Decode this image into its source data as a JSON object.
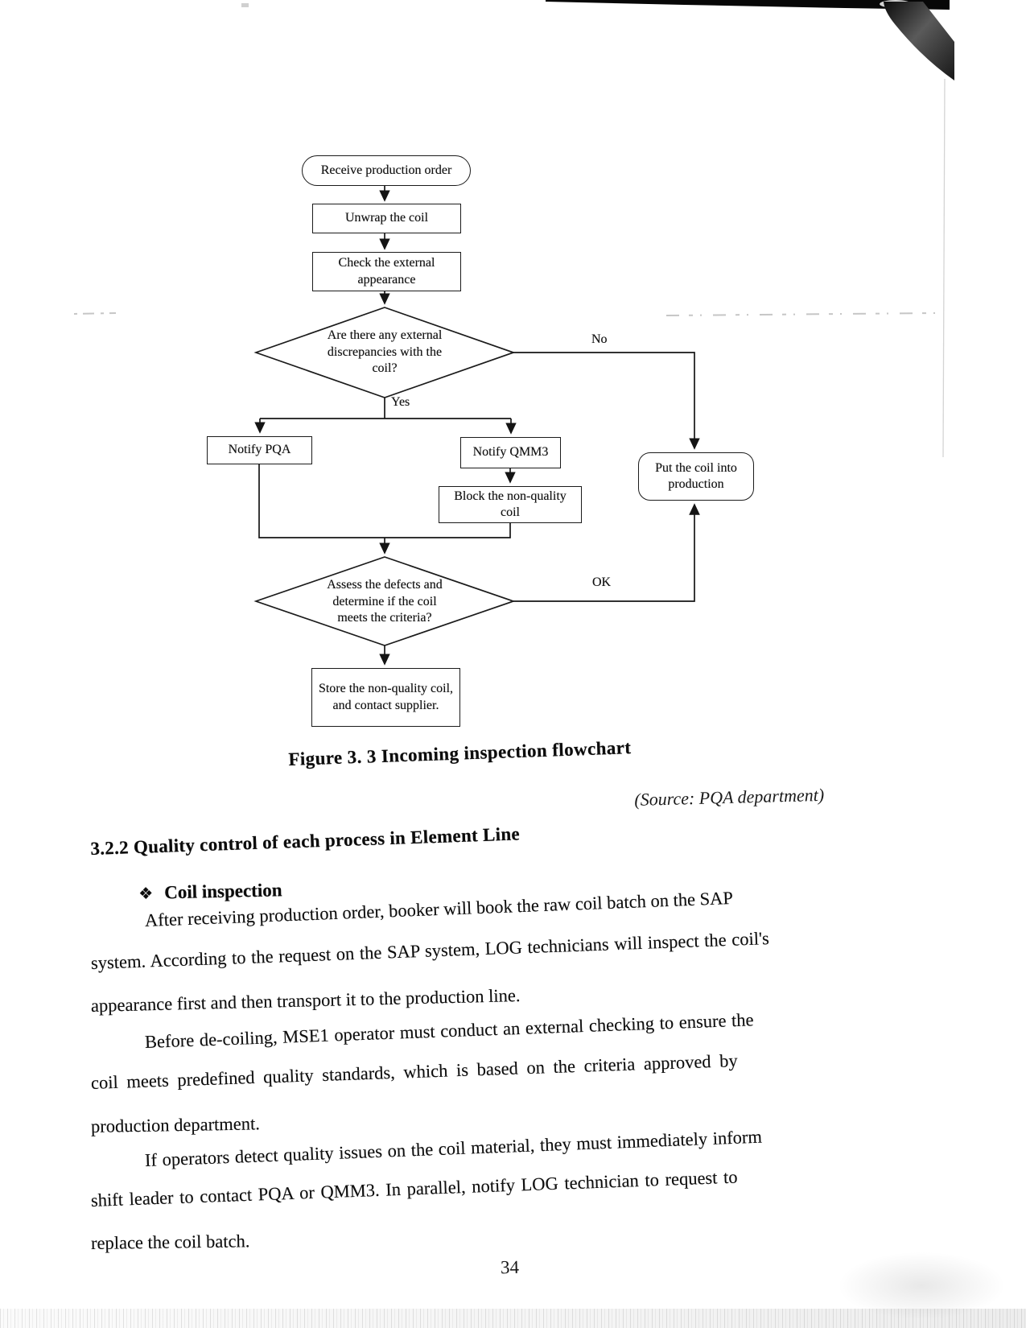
{
  "flowchart": {
    "nodes": {
      "start": "Receive production order",
      "unwrap": "Unwrap the coil",
      "check": "Check the external appearance",
      "decision1": "Are there any external discrepancies with the coil?",
      "notify_pqa": "Notify PQA",
      "notify_qmm3": "Notify QMM3",
      "block": "Block the non-quality coil",
      "put_production": "Put the coil into production",
      "decision2": "Assess the defects and determine if the coil meets the criteria?",
      "store": "Store the non-quality coil, and contact supplier."
    },
    "labels": {
      "yes": "Yes",
      "no": "No",
      "ok": "OK"
    },
    "caption": "Figure 3. 3 Incoming inspection flowchart",
    "source": "(Source: PQA department)"
  },
  "section": {
    "heading": "3.2.2 Quality control of each process in Element Line",
    "bullet_marker": "❖",
    "bullet_title": "Coil inspection"
  },
  "paragraphs": [
    [
      "After receiving production order, booker will book the raw coil batch on the SAP",
      "system. According to the request on the SAP system, LOG technicians will inspect the coil's",
      "appearance first and then transport it to the production line."
    ],
    [
      "Before de-coiling, MSE1 operator must conduct an external checking to ensure the",
      "coil meets predefined quality standards, which is based on the criteria approved by",
      "production department."
    ],
    [
      "If operators detect quality issues on the coil material, they must immediately inform",
      "shift leader to contact PQA or QMM3. In parallel, notify LOG technician to request to",
      "replace the coil batch."
    ]
  ],
  "page": {
    "number": "34"
  }
}
